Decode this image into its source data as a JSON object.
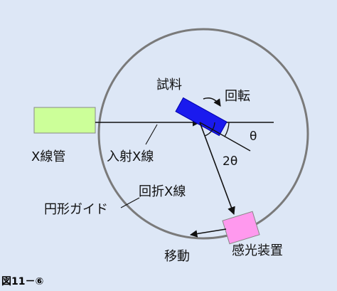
{
  "labels": {
    "sample": "試料",
    "rotation": "回転",
    "xray_tube": "X線管",
    "incident": "入射X線",
    "theta": "θ",
    "two_theta": "2θ",
    "diffracted": "回折X線",
    "guide": "円形ガイド",
    "move": "移動",
    "detector": "感光装置",
    "figure": "図11－⑥"
  },
  "colors": {
    "background": "#dde7f6",
    "circle": "#7a7a7a",
    "tube_fill": "#ccff99",
    "sample_fill": "#1a1aee",
    "detector_fill": "#ff99ee",
    "line": "#111111"
  },
  "icons": {
    "rotation": "curved-arrow-icon",
    "move": "left-arrow-icon"
  }
}
